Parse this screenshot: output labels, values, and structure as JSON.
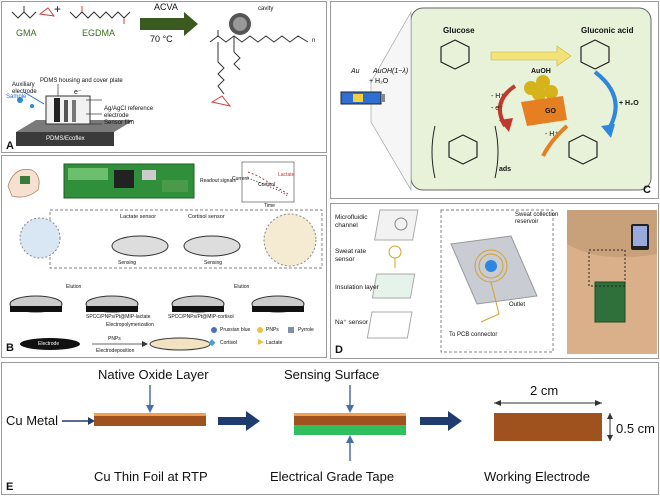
{
  "panel_a": {
    "letter": "A",
    "gma": "GMA",
    "plus": "+",
    "egdma": "EGDMA",
    "acva": "ACVA",
    "temp": "70 °C",
    "cavity": "cavity",
    "n_sub": "n",
    "pdms_housing": "PDMS housing and cover plate",
    "aux_electrode": "Auxiliary electrode",
    "sample": "Sample",
    "electron": "e⁻",
    "ref_electrode": "Ag/AgCl reference electrode",
    "sensor_film": "Sensor film",
    "pdms_ecoflex": "PDMS/Ecoflex"
  },
  "panel_b": {
    "letter": "B",
    "readout": "Readout signals",
    "current": "Current",
    "time": "Time",
    "lactate_legend": "Lactate",
    "cortisol_legend": "Cortisol",
    "lactate_sensor": "Lactate sensor",
    "cortisol_sensor": "Cortisol sensor",
    "sensing1": "Sensing",
    "sensing2": "Sensing",
    "elution1": "Elution",
    "elution2": "Elution",
    "spcc_lactate": "SPCC/PNPs/Pt@MIP-lactate",
    "spcc_cortisol": "SPCC/PNPs/Pt@MIP-cortisol",
    "electropoly": "Electropolymerization",
    "electrode": "Electrode",
    "pnps": "PNPs",
    "electrodeposition": "Electrodeposition",
    "legend": {
      "prussian": "Prussian blue",
      "pnps": "PNPs",
      "pyrrole": "Pyrrole",
      "cortisol": "Cortisol",
      "lactate": "Lactate"
    }
  },
  "panel_c": {
    "letter": "C",
    "au": "Au",
    "auoh": "AuOH(1−λ)",
    "h2o": "+ H₂O",
    "glucose": "Glucose",
    "gluconic": "Gluconic acid",
    "auoh_center": "AuOH",
    "go": "GO",
    "minus_h1": "- H⁺",
    "minus_e": "- e⁻",
    "minus_h2": "- H⁺",
    "plus_h2o": "+ H₂O",
    "ads": "ads"
  },
  "panel_d": {
    "letter": "D",
    "microfluidic": "Microfluidic channel",
    "sweat_rate": "Sweat rate sensor",
    "insulation": "Insulation layer",
    "na_sensor": "Na⁺ sensor",
    "sweat_collection": "Sweat collection reservoir",
    "outlet": "Outlet",
    "pcb": "To PCB connector"
  },
  "panel_e": {
    "letter": "E",
    "native_oxide": "Native Oxide Layer",
    "sensing_surface": "Sensing Surface",
    "cu_metal": "Cu Metal",
    "two_cm": "2 cm",
    "half_cm": "0.5 cm",
    "cu_foil": "Cu Thin Foil at RTP",
    "tape": "Electrical Grade Tape",
    "working": "Working Electrode"
  },
  "colors": {
    "copper": "#a0521e",
    "oxide": "#f0a050",
    "tape": "#2fbf5f",
    "arrow": "#1f3c6e",
    "panel_c_bg": "#e8f2d9",
    "gold": "#d4b41a",
    "red_arrow": "#c0392b",
    "orange": "#e67e22",
    "blue_arrow": "#2e86de"
  }
}
